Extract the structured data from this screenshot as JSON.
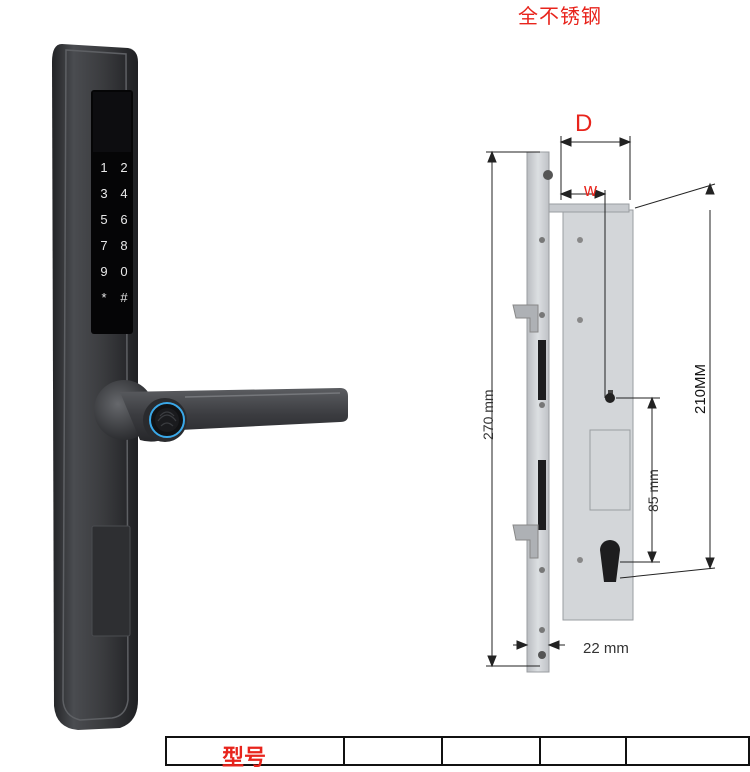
{
  "material_title": "全不锈钢",
  "keypad": {
    "keys": [
      "1",
      "2",
      "3",
      "4",
      "5",
      "6",
      "7",
      "8",
      "9",
      "0",
      "*",
      "#"
    ]
  },
  "dimensions": {
    "depth_label": "D",
    "width_label": "w",
    "overall_height": "270 mm",
    "body_height": "210MM",
    "handle_to_cylinder": "85 mm",
    "faceplate_width": "22 mm"
  },
  "spec_table": {
    "header_label": "型号"
  },
  "colors": {
    "title_red": "#e8241c",
    "lock_dark": "#3a3b3e",
    "steel": "#c9ccd0",
    "fingerprint_blue": "#3aa8e8",
    "dimension_lines": "#222222"
  },
  "icons": [
    "fingerprint-sensor-icon",
    "touch-keypad-icon"
  ]
}
